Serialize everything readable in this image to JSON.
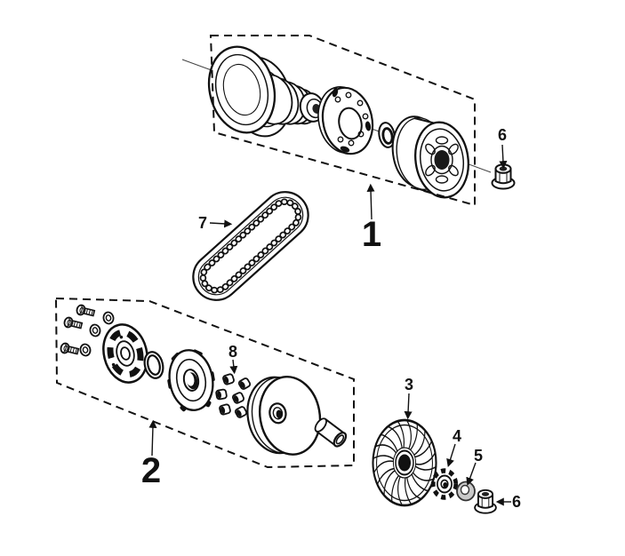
{
  "diagram": {
    "type": "exploded-parts-diagram",
    "background": "#ffffff",
    "line_color": "#1a1a1a",
    "callouts": {
      "assembly_1": "1",
      "assembly_2": "2",
      "fan_face": "3",
      "spline_collar": "4",
      "washer": "5",
      "nut_upper": "6",
      "nut_lower": "6",
      "drive_belt": "7",
      "weight_rollers": "8"
    }
  }
}
